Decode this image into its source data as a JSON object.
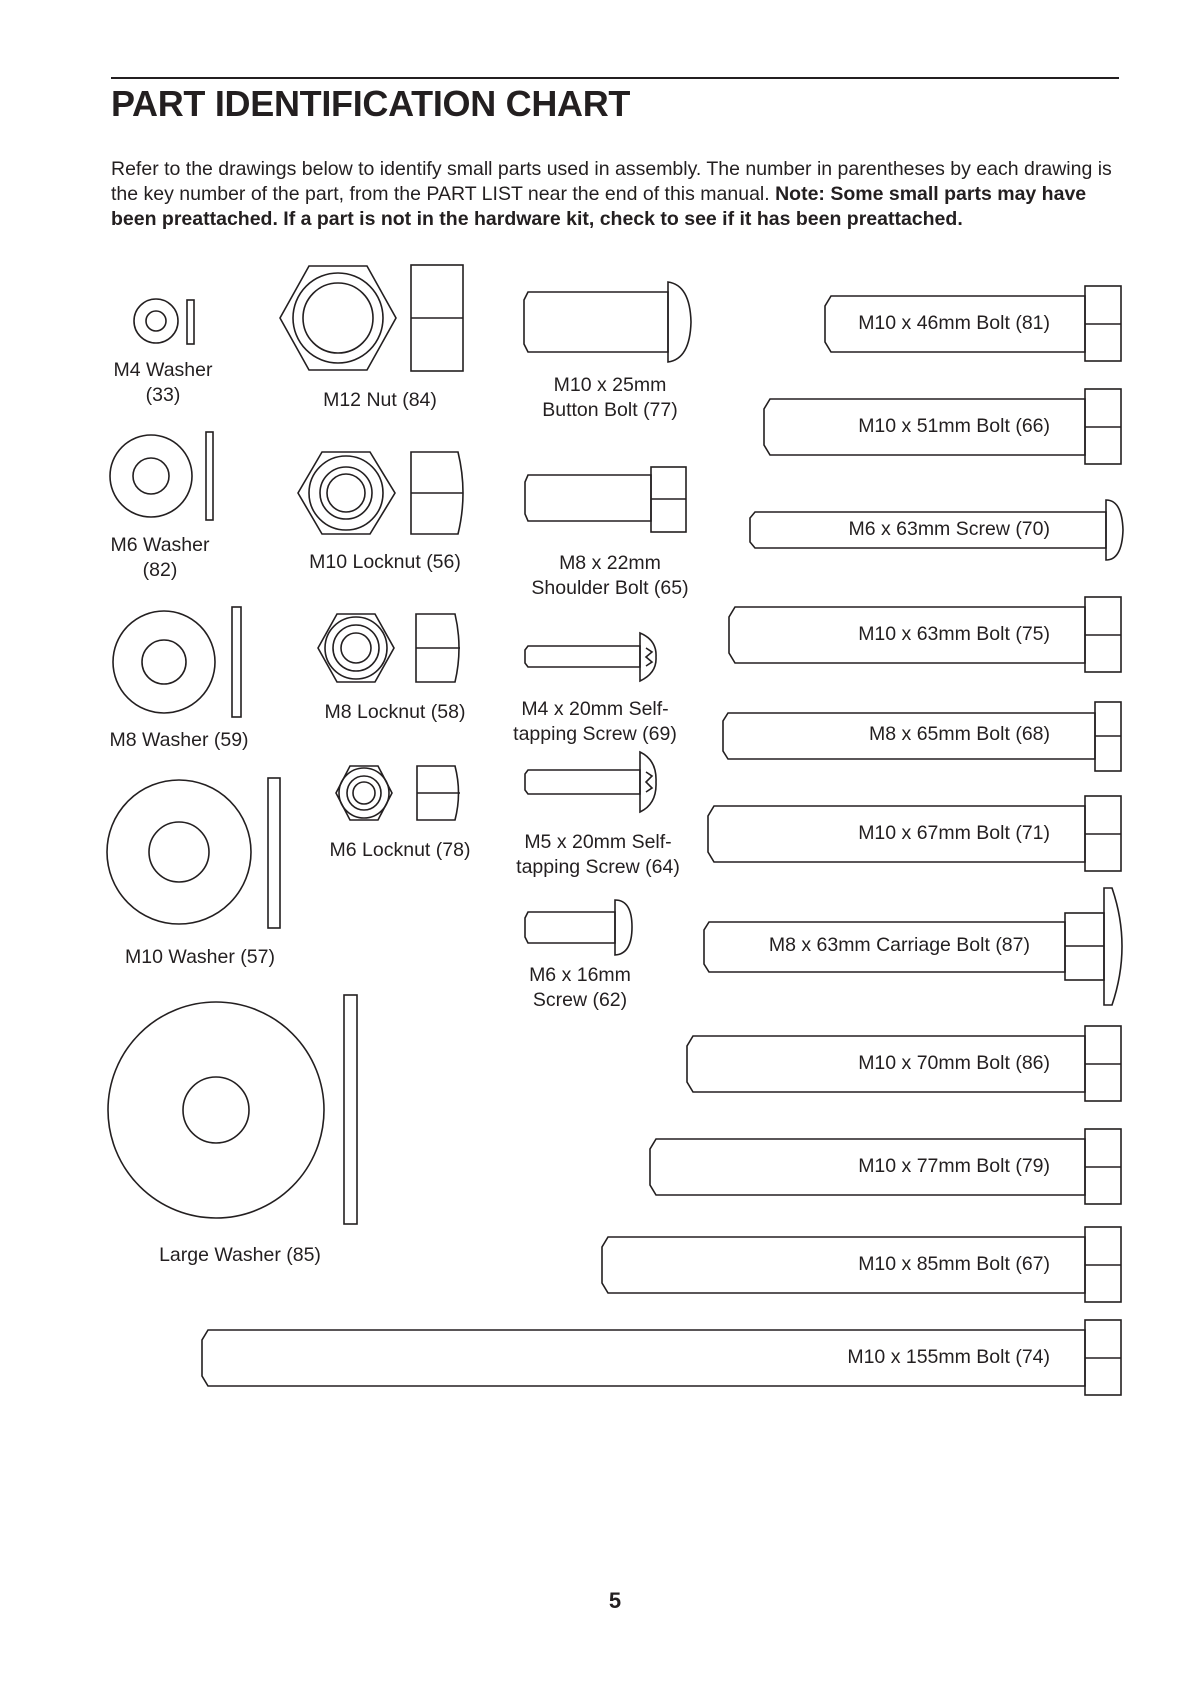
{
  "title": "PART IDENTIFICATION CHART",
  "intro": {
    "text": "Refer to the drawings below to identify small parts used in assembly. The number in parentheses by each drawing is the key number of the part, from the PART LIST near the end of this manual.",
    "note": "Note: Some small parts may have been preattached. If a part is not in the hardware kit, check to see if it has been preattached."
  },
  "parts": {
    "m4_washer": "M4 Washer\n(33)",
    "m6_washer": "M6 Washer\n(82)",
    "m8_washer": "M8 Washer (59)",
    "m10_washer": "M10 Washer (57)",
    "large_washer": "Large Washer (85)",
    "m12_nut": "M12 Nut (84)",
    "m10_locknut": "M10 Locknut (56)",
    "m8_locknut": "M8 Locknut (58)",
    "m6_locknut": "M6 Locknut (78)",
    "m10x25_button_bolt": "M10 x 25mm\nButton Bolt (77)",
    "m8x22_shoulder_bolt": "M8 x 22mm\nShoulder Bolt (65)",
    "m4x20_screw": "M4 x 20mm Self-\ntapping Screw (69)",
    "m5x20_screw": "M5 x 20mm Self-\ntapping Screw (64)",
    "m6x16_screw": "M6 x 16mm\nScrew (62)",
    "m10x46_bolt": "M10 x 46mm Bolt (81)",
    "m10x51_bolt": "M10 x 51mm Bolt (66)",
    "m6x63_screw": "M6 x 63mm Screw (70)",
    "m10x63_bolt": "M10 x 63mm Bolt (75)",
    "m8x65_bolt": "M8 x 65mm Bolt (68)",
    "m10x67_bolt": "M10 x 67mm Bolt (71)",
    "m8x63_carriage_bolt": "M8 x 63mm Carriage Bolt (87)",
    "m10x70_bolt": "M10 x 70mm Bolt (86)",
    "m10x77_bolt": "M10 x 77mm Bolt (79)",
    "m10x85_bolt": "M10 x 85mm Bolt (67)",
    "m10x155_bolt": "M10 x 155mm Bolt (74)"
  },
  "page_number": "5"
}
